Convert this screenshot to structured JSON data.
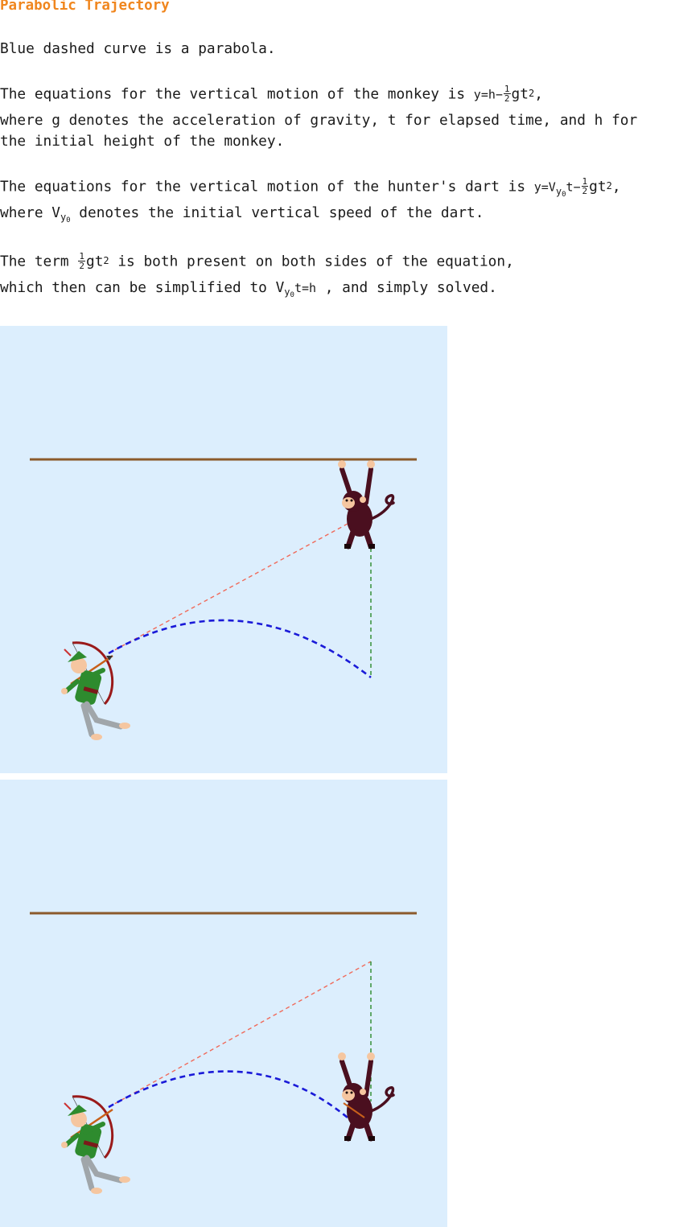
{
  "title": "Parabolic Trajectory",
  "text": {
    "line1": "Blue dashed curve is a parabola.",
    "monkey_intro": "The equations for the vertical motion of the monkey is ",
    "monkey_eq_pre": "y=h−",
    "frac_num": "1",
    "frac_den": "2",
    "gt": "gt",
    "sq": "2",
    "comma": ",",
    "monkey_where1": "where g denotes the acceleration of gravity, t for elapsed time, and h for",
    "monkey_where2": "the initial height of the monkey.",
    "dart_intro": "The equations for the vertical motion of the hunter's dart is ",
    "dart_eq_y": "y=V",
    "dart_sub_y": "y",
    "dart_sub_0": "0",
    "dart_eq_t": "t−",
    "dart_where_pre": "where V",
    "dart_where_post": " denotes the initial vertical speed of the dart.",
    "term_pre": " The term ",
    "term_post": " is both present on both sides of the equation,",
    "simplify_pre": "which then can be simplified to V",
    "simplify_eq": "t=h",
    "simplify_post": " , and simply solved."
  },
  "colors": {
    "title": "#f0861e",
    "panel_bg": "#dceefd",
    "branch": "#8b5a2b",
    "aim_line": "#f06a5a",
    "parabola": "#1a1ad8",
    "drop_line": "#2a8a2a",
    "monkey": "#4a0f1f",
    "hunter_green": "#2e8b2e",
    "bow": "#9a1a1a"
  },
  "panels": [
    {
      "state": "initial",
      "icons": [
        "hunter-icon",
        "monkey-icon"
      ]
    },
    {
      "state": "collision",
      "icons": [
        "hunter-icon",
        "monkey-icon"
      ]
    }
  ]
}
